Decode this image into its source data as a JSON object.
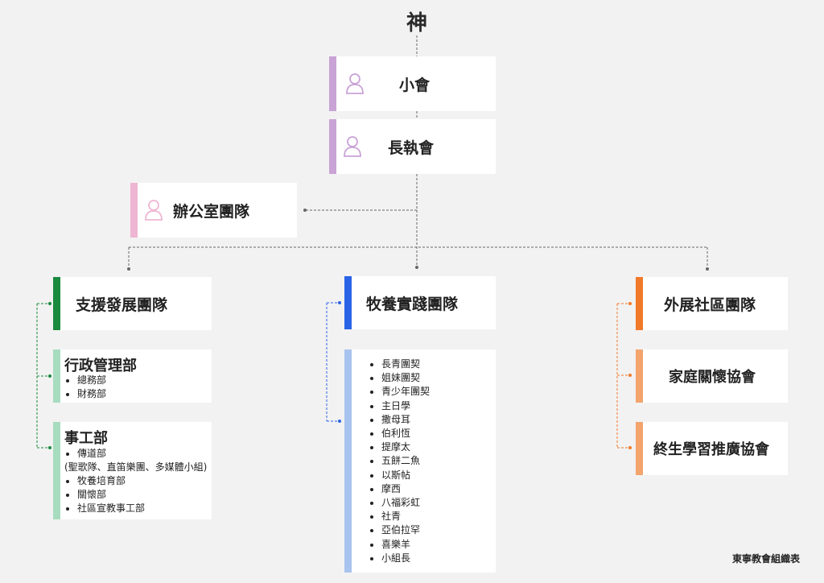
{
  "root_title": "神",
  "session": {
    "label": "小會"
  },
  "deacons": {
    "label": "長執會"
  },
  "office": {
    "label": "辦公室團隊"
  },
  "teams": {
    "support": {
      "label": "支援發展團隊",
      "admin": {
        "label": "行政管理部",
        "items": [
          "總務部",
          "財務部"
        ]
      },
      "ministry": {
        "label": "事工部",
        "items": [
          "傳道部",
          "(聖歌隊、直笛樂團、多媒體小組)",
          "牧養培育部",
          "關懷部",
          "社區宣教事工部"
        ]
      }
    },
    "pastoral": {
      "label": "牧養實踐團隊",
      "items": [
        "長青團契",
        "姐妹團契",
        "青少年團契",
        "主日學",
        "撒母耳",
        "伯利恆",
        "提摩太",
        "五餅二魚",
        "以斯帖",
        "摩西",
        "八福彩虹",
        "社青",
        "亞伯拉罕",
        "喜樂羊",
        "小組長"
      ]
    },
    "outreach": {
      "label": "外展社區團隊",
      "family": {
        "label": "家庭關懷協會"
      },
      "learning": {
        "label": "終生學習推廣協會"
      }
    }
  },
  "footer": "東寧教會組織表",
  "colors": {
    "purple": "#c9a3d6",
    "pink": "#efb6d3",
    "green": "#1a8a3f",
    "green_light": "#a8dcc0",
    "blue": "#2a63e6",
    "blue_light": "#a9c3ef",
    "orange": "#f07a2a",
    "orange_light": "#f4a46d",
    "connector": "#666666"
  }
}
